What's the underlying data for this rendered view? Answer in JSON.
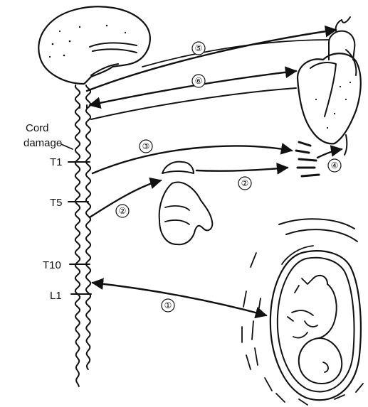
{
  "labels": {
    "cord_damage_line1": "Cord",
    "cord_damage_line2": "damage",
    "t1": "T1",
    "t5": "T5",
    "t10": "T10",
    "l1": "L1"
  },
  "pathways": [
    {
      "id": "p5",
      "number": "⑤"
    },
    {
      "id": "p6",
      "number": "⑥"
    },
    {
      "id": "p3",
      "number": "③"
    },
    {
      "id": "p2a",
      "number": "②"
    },
    {
      "id": "p2b",
      "number": "②"
    },
    {
      "id": "p4",
      "number": "④"
    },
    {
      "id": "p1",
      "number": "①"
    }
  ]
}
